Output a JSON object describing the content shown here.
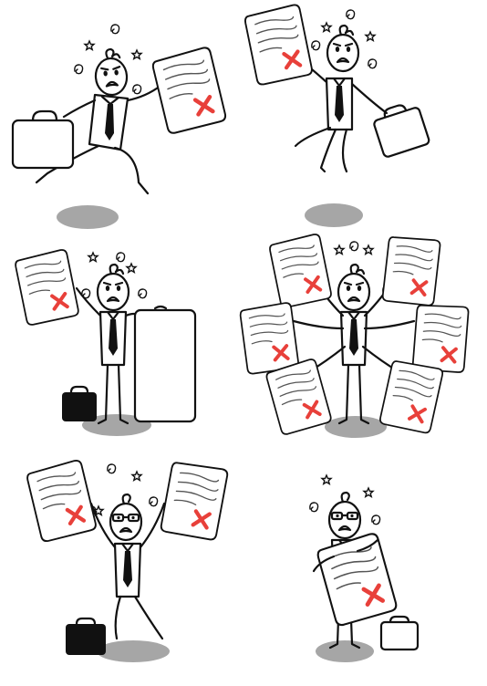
{
  "colors": {
    "ink": "#111111",
    "shadow": "#a6a6a6",
    "reject_mark": "#e8403a",
    "paper": "#ffffff",
    "briefcase_dark": "#111111"
  },
  "scenes": [
    {
      "id": "running-with-briefcase",
      "pose": "running",
      "briefcase": "white"
    },
    {
      "id": "jumping-with-briefcase",
      "pose": "jumping",
      "briefcase": "white"
    },
    {
      "id": "holding-paper-and-board",
      "pose": "standing",
      "briefcase": "black"
    },
    {
      "id": "six-arms-many-papers",
      "pose": "standing",
      "briefcase": "none"
    },
    {
      "id": "raising-two-papers",
      "pose": "cheering",
      "briefcase": "black"
    },
    {
      "id": "holding-paper-sign",
      "pose": "standing",
      "briefcase": "white"
    }
  ]
}
